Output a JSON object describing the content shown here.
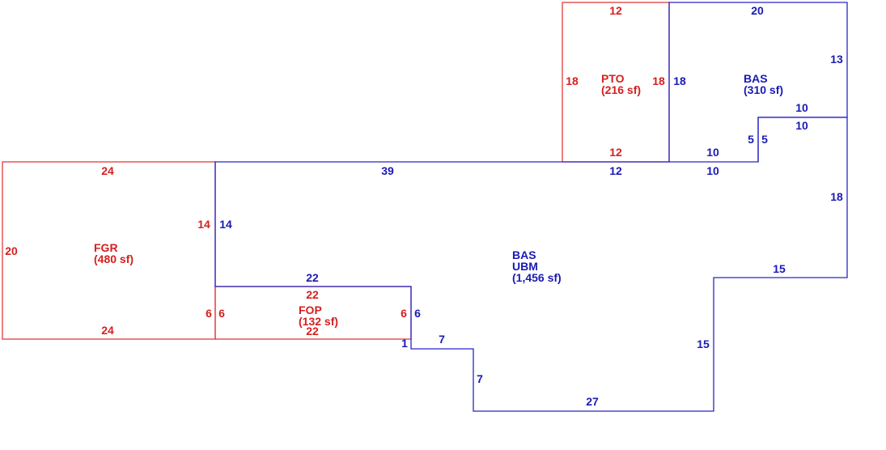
{
  "colors": {
    "red": "#d42020",
    "blue": "#1a1ab4"
  },
  "areas": {
    "bas_main": {
      "code": "BAS",
      "sub": "UBM",
      "area": "(1,456 sf)"
    },
    "bas_upper": {
      "code": "BAS",
      "area": "(310 sf)"
    },
    "pto": {
      "code": "PTO",
      "area": "(216 sf)"
    },
    "fgr": {
      "code": "FGR",
      "area": "(480 sf)"
    },
    "fop": {
      "code": "FOP",
      "area": "(132 sf)"
    }
  },
  "dims": {
    "pto_top": "12",
    "pto_left": "18",
    "pto_right": "18",
    "pto_bottom": "12",
    "basup_top": "20",
    "basup_left": "18",
    "basup_right": "13",
    "basup_step_top": "10",
    "basup_step_bottom": "10",
    "basup_bottom": "10",
    "basup_step_left": "5",
    "basup_step_right": "5",
    "main_top": "39",
    "main_top_mid": "12",
    "main_top_right": "10",
    "main_right_upper": "18",
    "main_step_h": "15",
    "main_right_lower": "15",
    "main_bottom": "27",
    "main_left_lower": "7",
    "main_notch_h": "7",
    "main_notch_v": "1",
    "main_left": "14",
    "fgr_top": "24",
    "fgr_left": "20",
    "fgr_right": "14",
    "fgr_right_lower": "6",
    "fgr_bottom": "24",
    "fop_top_blue": "22",
    "fop_top": "22",
    "fop_left_blue": "6",
    "fop_right": "6",
    "fop_right_blue": "6",
    "fop_bottom": "22"
  }
}
